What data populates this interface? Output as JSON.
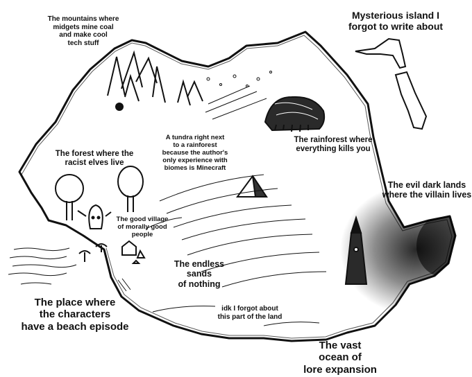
{
  "map": {
    "colors": {
      "ink": "#111111",
      "paper": "#ffffff",
      "shadow": "#2a2a2a"
    },
    "regions": [
      {
        "id": "mountains",
        "label": "The mountains where\nmidgets mine coal\nand make cool\ntech stuff"
      },
      {
        "id": "mysterious-island",
        "label": "Mysterious island I\nforgot to write about"
      },
      {
        "id": "tundra",
        "label": "A tundra right next\nto a rainforest\nbecause the author's\nonly experience with\nbiomes is Minecraft"
      },
      {
        "id": "rainforest",
        "label": "The rainforest where\neverything kills you"
      },
      {
        "id": "elf-forest",
        "label": "The forest where the\nracist elves live"
      },
      {
        "id": "evil-lands",
        "label": "The evil dark lands\nwhere the villain lives"
      },
      {
        "id": "good-village",
        "label": "The good village\nof morally good\npeople"
      },
      {
        "id": "endless-sands",
        "label": "The endless sands\nof nothing"
      },
      {
        "id": "beach",
        "label": "The place where\nthe characters\nhave a beach episode"
      },
      {
        "id": "forgotten-land",
        "label": "idk I forgot about\nthis part of the land"
      },
      {
        "id": "ocean",
        "label": "The vast\nocean of\nlore expansion"
      }
    ],
    "icons": [
      "mountain-icon",
      "tree-icon",
      "pyramid-icon",
      "tower-icon",
      "hut-icon",
      "character-icon"
    ]
  }
}
